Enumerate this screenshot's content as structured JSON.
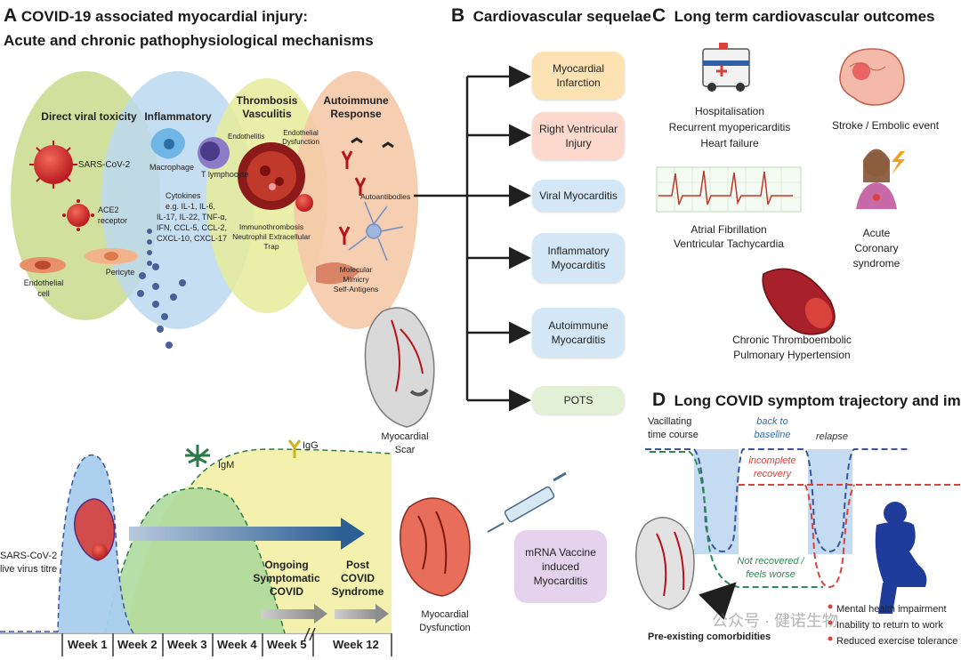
{
  "panel_a": {
    "letter": "A",
    "title_line1": "COVID-19 associated myocardial injury:",
    "title_line2": "Acute and chronic pathophysiological mechanisms",
    "circles": {
      "viral": {
        "title": "Direct viral toxicity",
        "virus": "SARS-CoV-2",
        "receptor": "ACE2 receptor",
        "endothelial": "Endothelial cell",
        "pericyte": "Pericyte",
        "color": "#c9dc8c"
      },
      "inflammatory": {
        "title": "Inflammatory",
        "macrophage": "Macrophage",
        "tcell": "T lymphocyte",
        "cytokines": [
          "Cytokines",
          "e.g. IL-1, IL-6,",
          "IL-17, IL-22, TNF-α,",
          "IFN, CCL-5, CCL-2,",
          "CXCL-10, CXCL-17"
        ],
        "color": "#bcd8f0"
      },
      "thrombosis": {
        "title_line1": "Thrombosis",
        "title_line2": "Vasculitis",
        "endothelitis": "Endothelitis",
        "dysfunction": "Endothelial Dysfunction",
        "immuno": [
          "Immunothrombosis",
          "Neutrophil Extracellular",
          "Trap"
        ],
        "color": "#e6ec9c"
      },
      "autoimmune": {
        "title_line1": "Autoimmune",
        "title_line2": "Response",
        "autoantibodies": "Autoantibodies",
        "mimicry": [
          "Molecular",
          "Mimicry",
          "Self-Antigens"
        ],
        "color": "#f5c7a6"
      }
    },
    "timeline": {
      "virus_label": [
        "SARS-CoV-2",
        "live virus titre"
      ],
      "igm": "IgM",
      "igg": "IgG",
      "ongoing": [
        "Ongoing",
        "Symptomatic",
        "COVID"
      ],
      "post": [
        "Post",
        "COVID",
        "Syndrome"
      ],
      "weeks": [
        "Week 1",
        "Week 2",
        "Week 3",
        "Week 4",
        "Week 5",
        "Week 12"
      ]
    },
    "scar_label": [
      "Myocardial",
      "Scar"
    ],
    "dysfunction_label": [
      "Myocardial",
      "Dysfunction"
    ],
    "vaccine_label": [
      "mRNA Vaccine",
      "induced",
      "Myocarditis"
    ]
  },
  "panel_b": {
    "letter": "B",
    "title": "Cardiovascular sequelae",
    "items": [
      {
        "label": [
          "Myocardial",
          "Infarction"
        ],
        "color": "#fde3b3"
      },
      {
        "label": [
          "Right Ventricular",
          "Injury"
        ],
        "color": "#fcd9cc"
      },
      {
        "label": [
          "Viral Myocarditis"
        ],
        "color": "#d4e7f7"
      },
      {
        "label": [
          "Inflammatory",
          "Myocarditis"
        ],
        "color": "#d4e7f7"
      },
      {
        "label": [
          "Autoimmune",
          "Myocarditis"
        ],
        "color": "#d4e7f7"
      },
      {
        "label": [
          "POTS"
        ],
        "color": "#e2f1d6"
      }
    ]
  },
  "panel_c": {
    "letter": "C",
    "title": "Long term cardiovascular outcomes",
    "hospital": [
      "Hospitalisation",
      "Recurrent myopericarditis",
      "Heart failure"
    ],
    "stroke": "Stroke / Embolic event",
    "arrhythmia": [
      "Atrial Fibrillation",
      "Ventricular Tachycardia"
    ],
    "acs": [
      "Acute",
      "Coronary",
      "syndrome"
    ],
    "cteph": [
      "Chronic Thromboembolic",
      "Pulmonary Hypertension"
    ]
  },
  "panel_d": {
    "letter": "D",
    "title": "Long COVID symptom trajectory and impact",
    "vacillating": [
      "Vacillating",
      "time course"
    ],
    "baseline": [
      "back to",
      "baseline"
    ],
    "relapse": "relapse",
    "incomplete": [
      "incomplete",
      "recovery"
    ],
    "not_recovered": [
      "Not recovered /",
      "feels worse"
    ],
    "comorbid": "Pre-existing comorbidities",
    "impacts": [
      "Mental health impairment",
      "Inability to return to work",
      "Reduced exercise tolerance"
    ]
  },
  "watermark": "公众号 · 健诺生物",
  "colors": {
    "arrow": "#1f1f1f",
    "timeline_arrow": "#2e5f94",
    "green_dash": "#2e8b57",
    "blue_dash": "#3a55a0",
    "red_dash": "#d9433c",
    "igm_green": "#2c7a4b"
  }
}
